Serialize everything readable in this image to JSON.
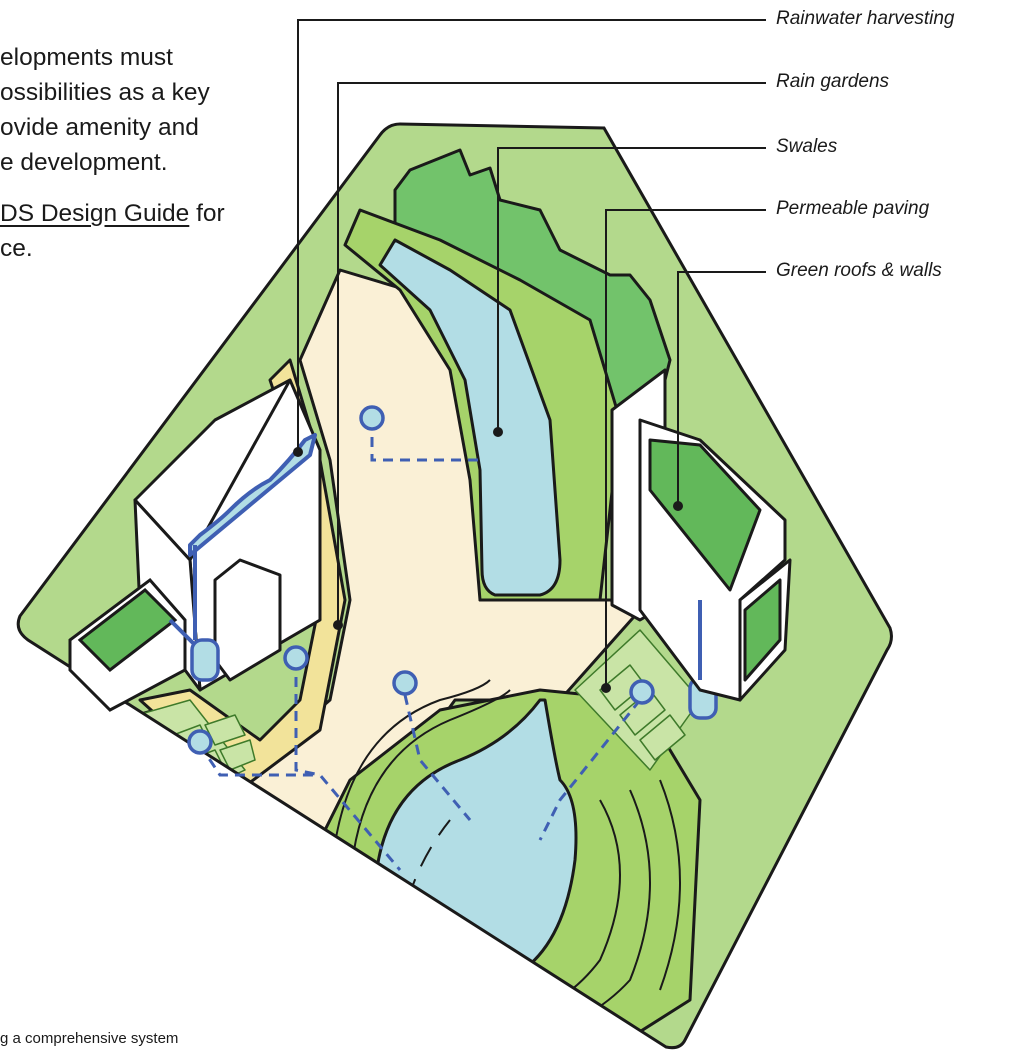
{
  "intro": {
    "line1": "elopments must",
    "line2": "ossibilities as a key",
    "line3": "ovide amenity and",
    "line4": "e development.",
    "link_text": "DS Design Guide",
    "line5_rest": " for",
    "line6": "ce."
  },
  "callouts": [
    {
      "id": "rainwater-harvesting",
      "label": "Rainwater harvesting"
    },
    {
      "id": "rain-gardens",
      "label": "Rain gardens"
    },
    {
      "id": "swales",
      "label": "Swales"
    },
    {
      "id": "permeable-paving",
      "label": "Permeable paving"
    },
    {
      "id": "green-roofs-walls",
      "label": "Green roofs & walls"
    }
  ],
  "caption": "g a comprehensive system",
  "colors": {
    "outline": "#1a1a1a",
    "lawn": "#b3d98c",
    "forest": "#72c36b",
    "grass_band": "#a6d36a",
    "water": "#b2dde5",
    "path": "#faf0d6",
    "sand": "#f2e39a",
    "paving": "#c9e4a6",
    "roof_green": "#62b85a",
    "pipe_blue": "#3f5fb3"
  }
}
